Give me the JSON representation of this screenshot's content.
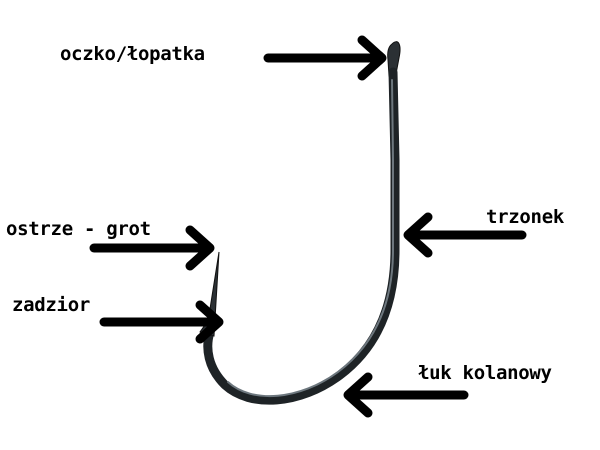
{
  "labels": {
    "eye": "oczko/łopatka",
    "point": "ostrze - grot",
    "barb": "zadzior",
    "shank": "trzonek",
    "bend": "łuk kolanowy"
  },
  "colors": {
    "hook_metal": "#2b3034",
    "hook_highlight": "#6d777e",
    "arrow": "#000000",
    "text": "#000000",
    "background": "#ffffff"
  }
}
